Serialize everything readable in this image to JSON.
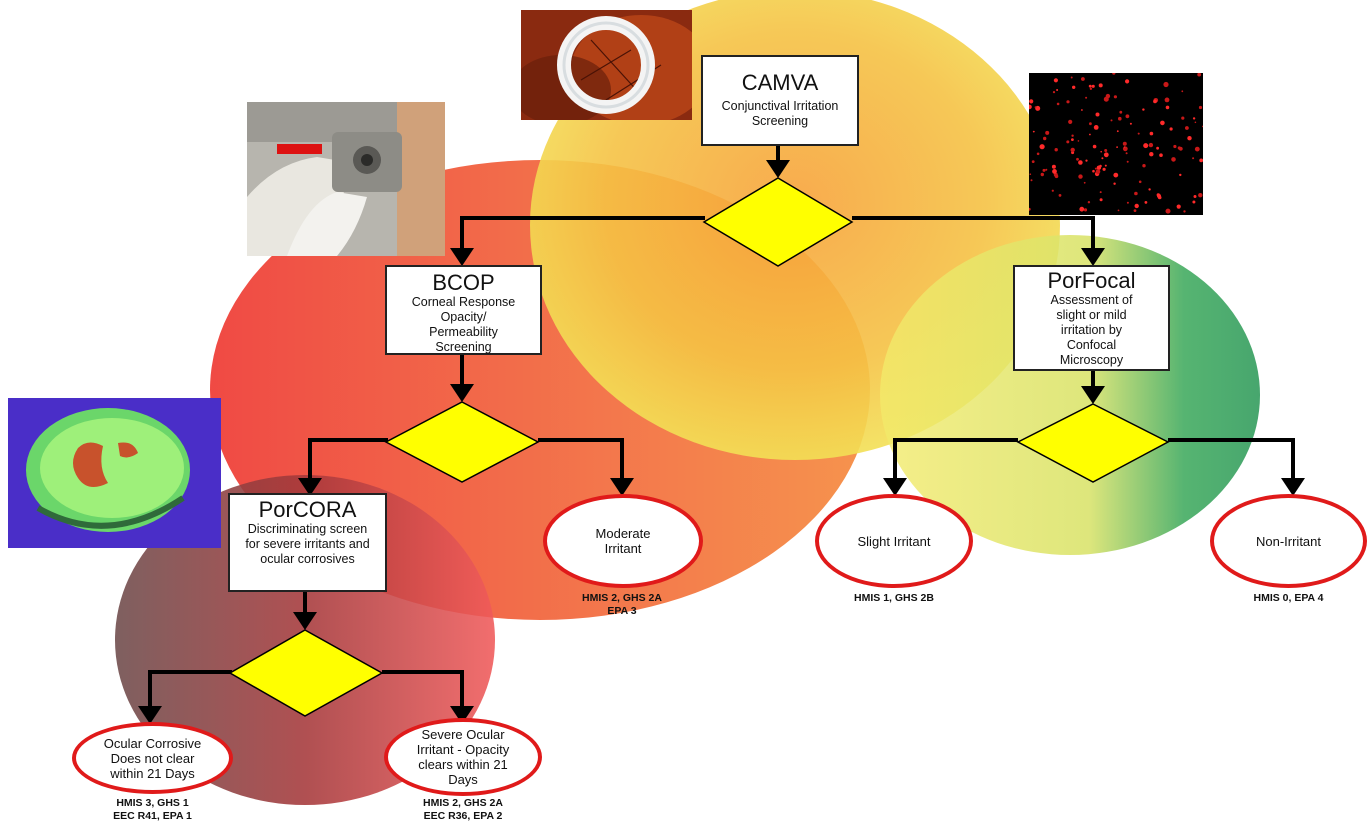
{
  "colors": {
    "camva_circle": "#f5c73a",
    "bcop_circle": "#ef4a3a",
    "porfocal_circle": "#3aa860",
    "porcora_circle": "#c0383c",
    "decision": "#ffff00",
    "outcome_border": "#e01a1a"
  },
  "photos": {
    "camva": "ring-on-chorioallantoic-membrane-photo",
    "bcop": "gloved-hand-corneal-holder-photo",
    "porfocal": "confocal-microscopy-red-dots-photo",
    "porcora": "fluorescein-stained-cornea-photo"
  },
  "tests": {
    "camva": {
      "title": "CAMVA",
      "desc": "Conjunctival Irritation Screening"
    },
    "bcop": {
      "title": "BCOP",
      "desc": "Corneal Response Opacity/ Permeability Screening"
    },
    "porfocal": {
      "title": "PorFocal",
      "desc": "Assessment of slight or mild irritation by Confocal Microscopy"
    },
    "porcora": {
      "title": "PorCORA",
      "desc": "Discriminating screen for severe irritants and ocular corrosives"
    }
  },
  "outcomes": {
    "moderate": {
      "label": "Moderate Irritant",
      "class_line1": "HMIS 2, GHS 2A",
      "class_line2": "EPA 3"
    },
    "slight": {
      "label": "Slight Irritant",
      "class_line1": "HMIS 1, GHS 2B",
      "class_line2": ""
    },
    "non": {
      "label": "Non-Irritant",
      "class_line1": "HMIS 0, EPA 4",
      "class_line2": ""
    },
    "corrosive": {
      "label": "Ocular Corrosive Does not clear within 21 Days",
      "class_line1": "HMIS 3, GHS 1",
      "class_line2": "EEC R41, EPA 1"
    },
    "severe": {
      "label": "Severe Ocular Irritant - Opacity clears within 21 Days",
      "class_line1": "HMIS 2, GHS 2A",
      "class_line2": "EEC R36, EPA 2"
    }
  }
}
